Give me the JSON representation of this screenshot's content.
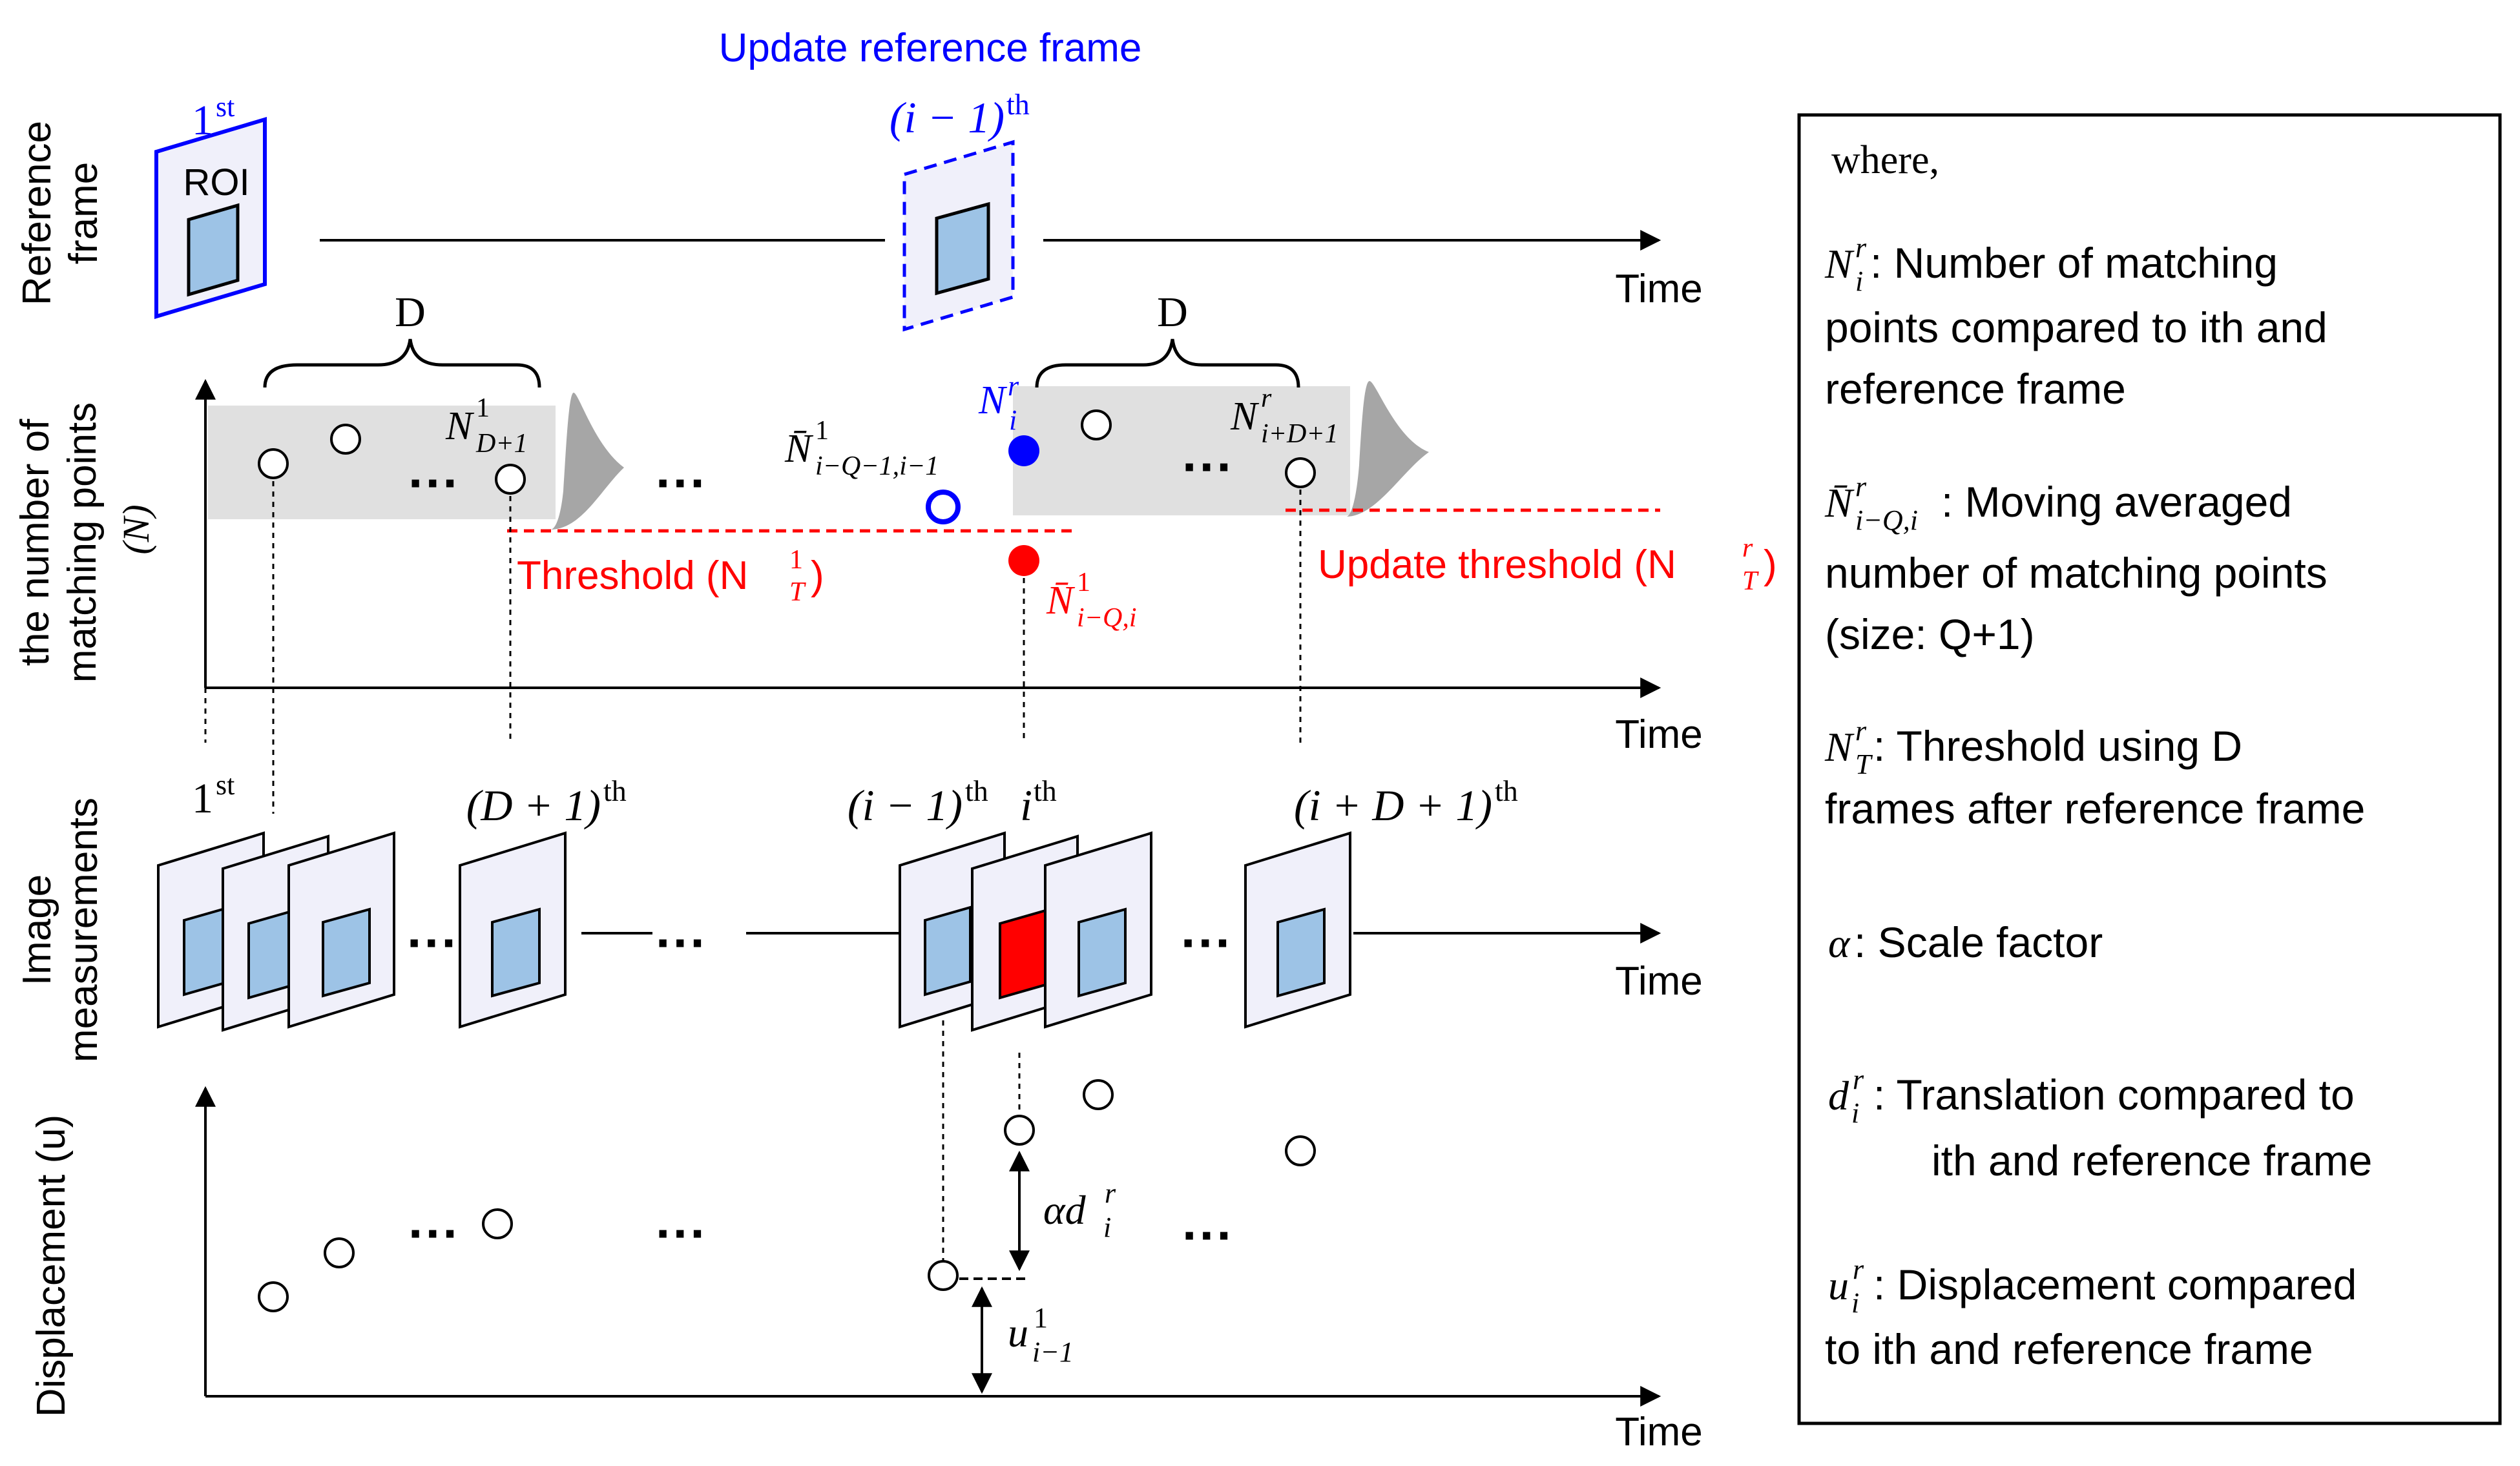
{
  "header": {
    "update_reference_frame": "Update reference frame"
  },
  "rows": {
    "reference_frame": [
      "Reference",
      "frame"
    ],
    "matching_points": [
      "the number of",
      "matching points",
      "(N)"
    ],
    "image_measurements": [
      "Image",
      "measurements"
    ],
    "displacement": "Displacement (u)"
  },
  "axis": {
    "time": "Time"
  },
  "frames": {
    "first_ordinal": {
      "main": "1",
      "sup": "st"
    },
    "roi": "ROI",
    "ref_i_minus_1": {
      "main": "(i − 1)",
      "sup": "th"
    },
    "d_plus_1": {
      "main": "(D + 1)",
      "sup": "th"
    },
    "i_minus_1": {
      "main": "(i − 1)",
      "sup": "th"
    },
    "i": {
      "main": "i",
      "sup": "th"
    },
    "i_plus_d_plus_1": {
      "main": "(i + D + 1)",
      "sup": "th"
    }
  },
  "labels": {
    "D": "D",
    "ellipsis": "···",
    "threshold": "Threshold (N",
    "threshold_sub": "T",
    "threshold_sup": "1",
    "threshold_close": ")",
    "update_threshold": "Update threshold (N",
    "update_threshold_sub": "T",
    "update_threshold_sup": "r",
    "update_threshold_close": ")",
    "N_D1": {
      "base": "N",
      "sup": "1",
      "sub": "D+1"
    },
    "N_iD1": {
      "base": "N",
      "sup": "r",
      "sub": "i+D+1"
    },
    "N_i": {
      "base": "N",
      "sup": "r",
      "sub": "i"
    },
    "Nbar_QQ": {
      "base": "N̄",
      "sup": "1",
      "sub": "i−Q−1,i−1"
    },
    "Nbar_Q": {
      "base": "N̄",
      "sup": "1",
      "sub": "i−Q,i"
    },
    "alpha_d": {
      "base": "αd",
      "sup": "r",
      "sub": "i"
    },
    "u_prev": {
      "base": "u",
      "sup": "1",
      "sub": "i−1"
    }
  },
  "legend": {
    "where": "where,",
    "items": [
      {
        "sym": "N",
        "sup": "r",
        "sub": "i",
        "lines": [
          ": Number of matching",
          "points compared to ith and",
          "reference frame"
        ]
      },
      {
        "sym": "N̄",
        "sup": "r",
        "sub": "i−Q,i",
        "lines": [
          ": Moving averaged",
          "number of matching points",
          "(size: Q+1)"
        ]
      },
      {
        "sym": "N",
        "sup": "r",
        "sub": "T",
        "lines": [
          ": Threshold using D",
          "frames after reference frame"
        ]
      },
      {
        "sym": "α",
        "sup": "",
        "sub": "",
        "lines": [
          " : Scale factor"
        ]
      },
      {
        "sym": "d",
        "sup": "r",
        "sub": "i",
        "lines": [
          " : Translation compared to",
          "ith and reference frame"
        ]
      },
      {
        "sym": "u",
        "sup": "r",
        "sub": "i",
        "lines": [
          " : Displacement compared",
          "to ith and reference frame"
        ]
      }
    ]
  },
  "colors": {
    "blue": "#0000ff",
    "red": "#ff0000",
    "roi_fill": "#9dc3e6",
    "frame_fill": "#f0f0fa",
    "band": "#e0e0e0",
    "gauss": "#a6a6a6"
  }
}
